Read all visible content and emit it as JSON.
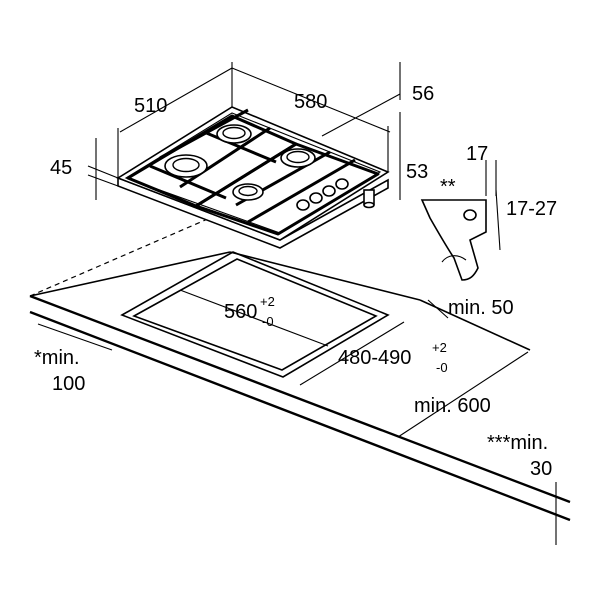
{
  "dimensions": {
    "width": "510",
    "depth": "580",
    "top_offset": "56",
    "height": "45",
    "rear_height": "53",
    "clip_depth": "17",
    "worktop_thickness": "17-27",
    "clip_note": "**",
    "cutout_width_base": "560",
    "cutout_width_tol_plus": "+2",
    "cutout_width_tol_minus": "-0",
    "cutout_depth_base": "480-490",
    "cutout_depth_tol_plus": "+2",
    "cutout_depth_tol_minus": "-0",
    "rear_distance": "min. 50",
    "front_distance_line1": "*min.",
    "front_distance_line2": "100",
    "worktop_depth": "min. 600",
    "side_distance_line1": "***min.",
    "side_distance_line2": "30"
  }
}
